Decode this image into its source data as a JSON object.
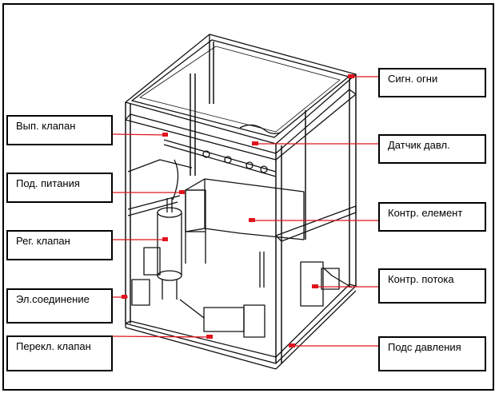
{
  "diagram": {
    "subject": "Isometric line drawing of gas-control apparatus frame",
    "leader_color": "#e0141e",
    "left_labels": [
      {
        "id": "vyp-klapan",
        "text": "Вып. клапан"
      },
      {
        "id": "pod-pitaniya",
        "text": "Под. питания"
      },
      {
        "id": "reg-klapan",
        "text": "Рег. клапан"
      },
      {
        "id": "el-soedinenie",
        "text": "Эл.соединение"
      },
      {
        "id": "perekl-klapan",
        "text": "Перекл. клапан"
      }
    ],
    "right_labels": [
      {
        "id": "sign-ogni",
        "text": "Сигн. огни"
      },
      {
        "id": "datchik-davl",
        "text": "Датчик давл."
      },
      {
        "id": "kontr-element",
        "text": "Контр. елемент"
      },
      {
        "id": "kontr-potoka",
        "text": "Контр. потока"
      },
      {
        "id": "pods-davleniya",
        "text": "Подс давления"
      }
    ]
  }
}
